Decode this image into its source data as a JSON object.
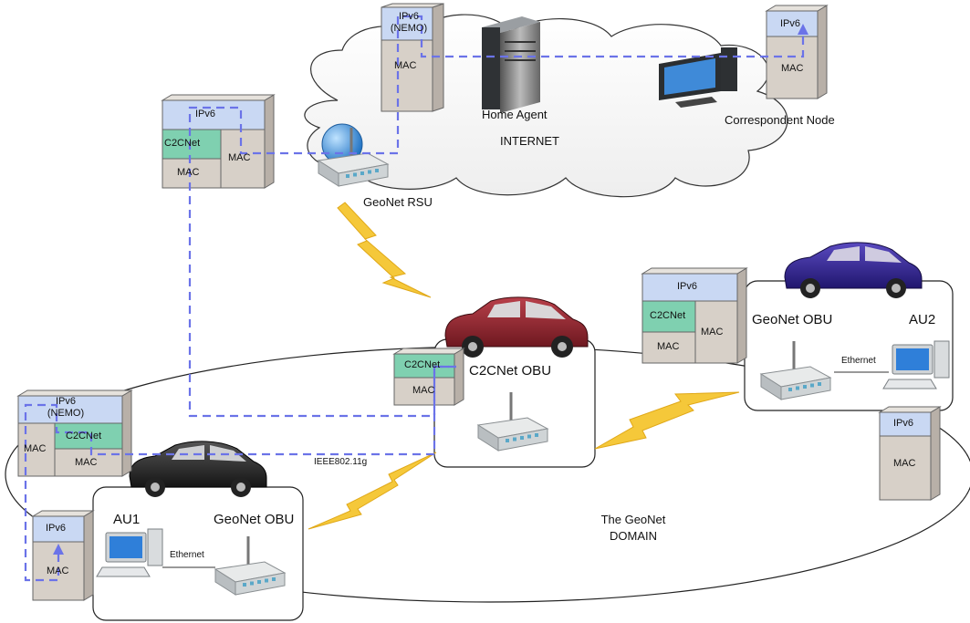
{
  "cloud": {
    "home_agent": "Home Agent",
    "internet": "INTERNET",
    "correspondent": "Correspondent Node",
    "rsu": "GeoNet RSU"
  },
  "domain": {
    "label_line1": "The GeoNet",
    "label_line2": "DOMAIN",
    "link": "IEEE802.11g"
  },
  "c2c_obu": {
    "label": "C2CNet OBU"
  },
  "right_box": {
    "obu": "GeoNet OBU",
    "au": "AU2",
    "ethernet": "Ethernet"
  },
  "left_box": {
    "obu": "GeoNet OBU",
    "au": "AU1",
    "ethernet": "Ethernet"
  },
  "stacks": {
    "ipv6": "IPv6",
    "ipv6_nemo_1": "IPv6",
    "ipv6_nemo_2": "(NEMO)",
    "c2cnet": "C2CNet",
    "mac": "MAC"
  },
  "colors": {
    "ipv6": "#c9d8f3",
    "c2cnet": "#7fd0b0",
    "mac": "#d7d0c8",
    "flow": "#6b73e8",
    "lightning": "#f5c83a"
  },
  "icons": [
    "router-icon",
    "server-icon",
    "computer-icon",
    "car-red-icon",
    "car-blue-icon",
    "car-black-icon",
    "lightning-icon",
    "globe-icon"
  ]
}
